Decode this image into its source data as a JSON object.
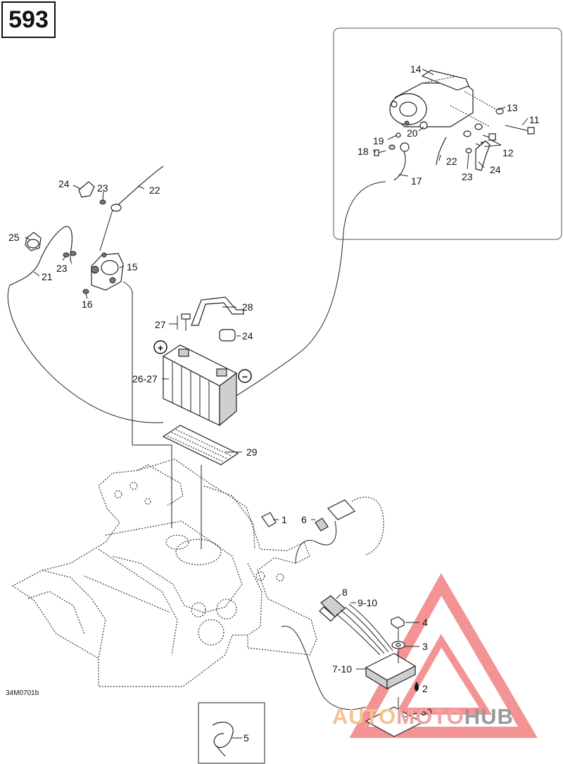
{
  "page": {
    "number": "593",
    "drawing_code": "34M0701b"
  },
  "watermark": {
    "part1": "AUTO",
    "part2": "MOTO",
    "part3": "HUB"
  },
  "polarity": {
    "positive": "+",
    "negative": "−"
  },
  "colors": {
    "watermark_triangle": "#f07070",
    "watermark_auto": "#f6c28f",
    "line": "#222222"
  },
  "callouts": {
    "c1": "1",
    "c2": "2",
    "c3": "3",
    "c4": "4",
    "c5": "5",
    "c6": "6",
    "c7_10": "7-10",
    "c8": "8",
    "c9_10": "9-10",
    "c11": "11",
    "c12": "12",
    "c13": "13",
    "c14": "14",
    "c15": "15",
    "c16": "16",
    "c17": "17",
    "c18": "18",
    "c19": "19",
    "c20": "20",
    "c21": "21",
    "c22_inset": "22",
    "c22_main": "22",
    "c23_inset": "23",
    "c23_top": "23",
    "c23_mid": "23",
    "c24_inset": "24",
    "c24_top": "24",
    "c24_batt": "24",
    "c25": "25",
    "c26_27": "26-27",
    "c27": "27",
    "c28": "28",
    "c29": "29",
    "c30": "30"
  }
}
